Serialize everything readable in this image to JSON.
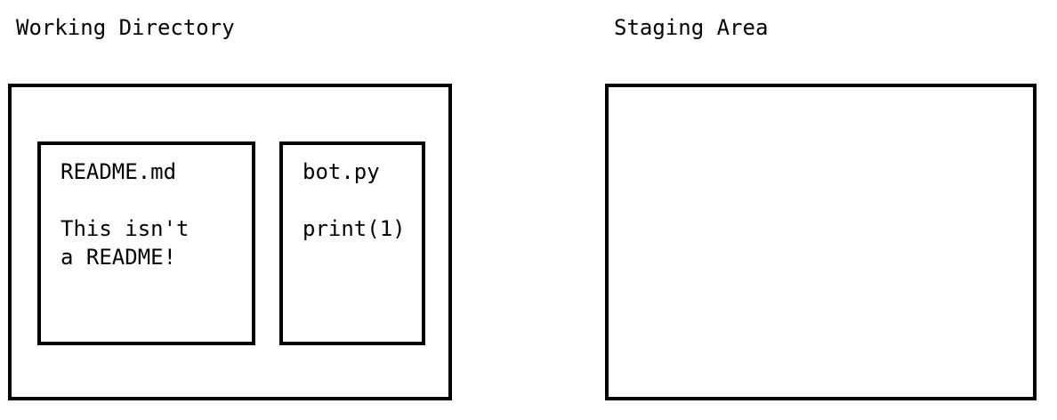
{
  "working_directory": {
    "label": "Working Directory",
    "files": [
      {
        "name": "README.md",
        "content": "This isn't\na README!"
      },
      {
        "name": "bot.py",
        "content": "print(1)"
      }
    ]
  },
  "staging_area": {
    "label": "Staging Area",
    "files": []
  }
}
